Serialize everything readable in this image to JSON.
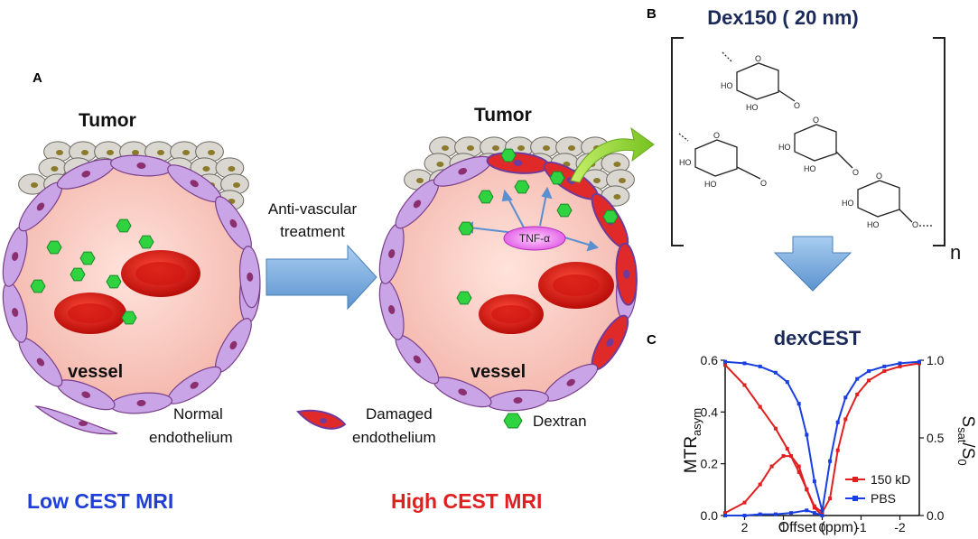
{
  "panel_labels": {
    "a": "A",
    "b": "B",
    "c": "C"
  },
  "left_scene": {
    "tumor": "Tumor",
    "vessel": "vessel"
  },
  "right_scene": {
    "tumor": "Tumor",
    "vessel": "vessel",
    "cytokine": "TNF-α"
  },
  "treatment": {
    "line1": "Anti-vascular",
    "line2": "treatment"
  },
  "legend": {
    "normal_line1": "Normal",
    "normal_line2": "endothelium",
    "damaged_line1": "Damaged",
    "damaged_line2": "endothelium",
    "dextran": "Dextran"
  },
  "outcomes": {
    "low": "Low CEST MRI",
    "high": "High CEST MRI"
  },
  "molecule": {
    "title": "Dex150 ( 20 nm)",
    "repeat": "n",
    "oh": "HO",
    "o": "O"
  },
  "colors": {
    "low_blue": "#1f3fd6",
    "high_red": "#e02020",
    "navy": "#1b2a5a",
    "series_red": "#e02020",
    "series_blue": "#1a3fe0",
    "vessel_pink": "#f8c8c0",
    "cell_purple": "#c9a4e6",
    "tumor_gray": "#d9d7d0",
    "dextran_green": "#2fd23f",
    "arrow_blue": "#6fa8dc"
  },
  "chart_data": {
    "type": "line",
    "title": "dexCEST",
    "xlabel": "Offset (ppm)",
    "ylabel_left_main": "MTR",
    "ylabel_left_sub": "asym",
    "ylabel_right_s": "S",
    "ylabel_right_sat": "sat",
    "ylabel_right_rest": "/S",
    "ylabel_right_zero": "0",
    "xlim": [
      2.5,
      -2.5
    ],
    "ylim_left": [
      0,
      0.6
    ],
    "ylim_right": [
      0,
      1.0
    ],
    "x_ticks": [
      "2",
      "1",
      "0",
      "-1",
      "-2"
    ],
    "y_ticks_left": [
      "0.0",
      "0.2",
      "0.4",
      "0.6"
    ],
    "y_ticks_right": [
      "0.0",
      "0.5",
      "1.0"
    ],
    "legend": [
      "150 kD",
      "PBS"
    ],
    "series": [
      {
        "name": "150 kD",
        "axis": "right",
        "color": "#e02020",
        "x": [
          2.5,
          2.0,
          1.6,
          1.2,
          0.9,
          0.6,
          0.4,
          0.2,
          0.0,
          -0.2,
          -0.4,
          -0.6,
          -0.9,
          -1.2,
          -1.6,
          -2.0,
          -2.5
        ],
        "y": [
          0.97,
          0.84,
          0.7,
          0.56,
          0.43,
          0.28,
          0.17,
          0.06,
          0.02,
          0.11,
          0.42,
          0.62,
          0.78,
          0.87,
          0.93,
          0.96,
          0.98
        ]
      },
      {
        "name": "PBS",
        "axis": "right",
        "color": "#1a3fe0",
        "x": [
          2.5,
          2.0,
          1.6,
          1.2,
          0.9,
          0.6,
          0.4,
          0.2,
          0.0,
          -0.2,
          -0.4,
          -0.6,
          -0.9,
          -1.2,
          -1.6,
          -2.0,
          -2.5
        ],
        "y": [
          0.99,
          0.98,
          0.96,
          0.92,
          0.86,
          0.72,
          0.52,
          0.22,
          0.03,
          0.35,
          0.6,
          0.76,
          0.88,
          0.93,
          0.96,
          0.98,
          0.99
        ]
      },
      {
        "name": "150 kD",
        "axis": "left",
        "color": "#e02020",
        "x": [
          2.5,
          2.0,
          1.6,
          1.3,
          1.0,
          0.8,
          0.6,
          0.4,
          0.2,
          0.0
        ],
        "y": [
          0.01,
          0.05,
          0.12,
          0.19,
          0.23,
          0.23,
          0.19,
          0.1,
          0.03,
          0.0
        ]
      },
      {
        "name": "PBS",
        "axis": "left",
        "color": "#1a3fe0",
        "x": [
          2.5,
          2.0,
          1.6,
          1.2,
          0.8,
          0.4,
          0.2,
          0.0
        ],
        "y": [
          0.0,
          0.0,
          0.005,
          0.005,
          0.01,
          0.02,
          0.01,
          0.0
        ]
      }
    ]
  }
}
